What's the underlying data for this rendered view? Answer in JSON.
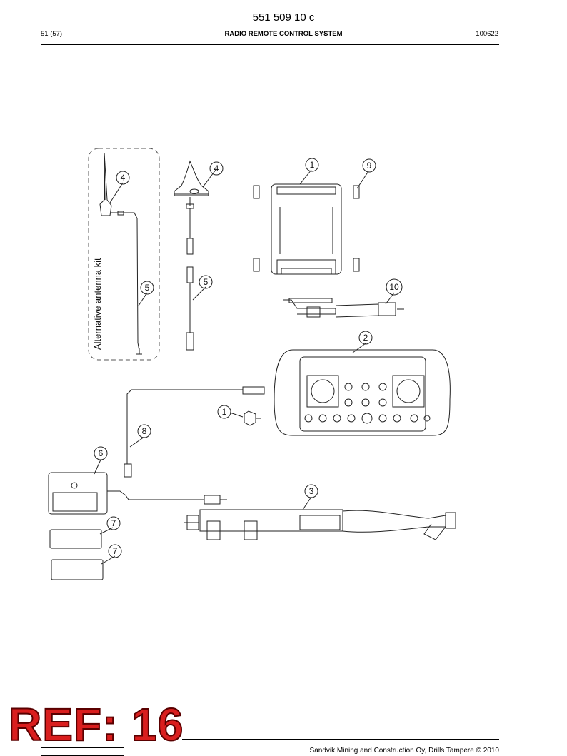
{
  "header": {
    "doc_number": "551 509 10 c",
    "page": "51 (57)",
    "title": "RADIO REMOTE CONTROL SYSTEM",
    "code": "100622"
  },
  "drawing": {
    "kit_label": "Alternative antenna kit",
    "callouts": [
      "4",
      "4",
      "1",
      "9",
      "5",
      "5",
      "10",
      "2",
      "1",
      "8",
      "6",
      "3",
      "7",
      "7"
    ]
  },
  "ref_stamp": "REF: 16",
  "footer": {
    "copyright": "Sandvik Mining and Construction Oy, Drills Tampere © 2010"
  }
}
